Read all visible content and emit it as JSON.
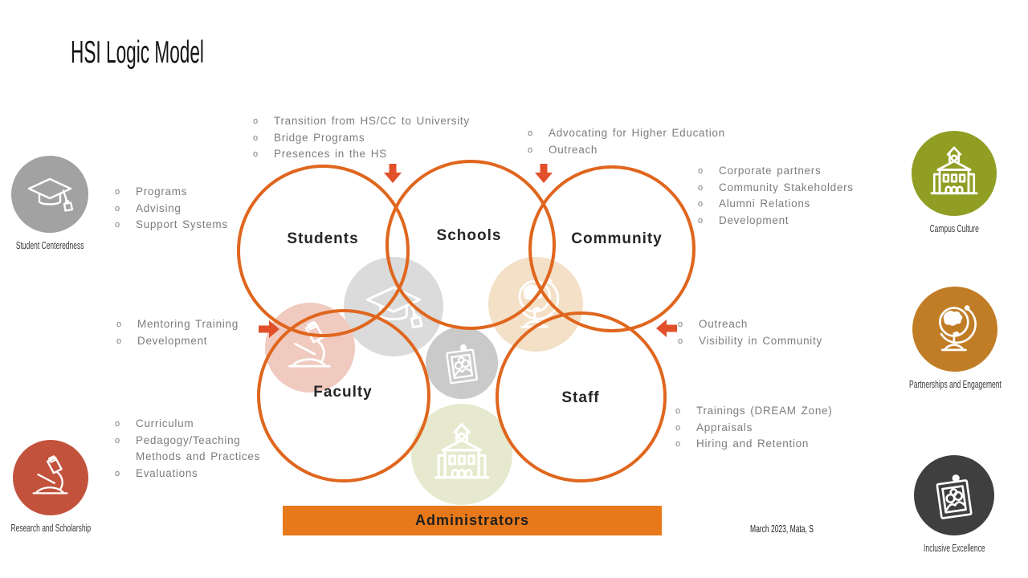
{
  "title": "HSI Logic Model",
  "footnote": "March 2023, Mata, S",
  "bullet_char": "o",
  "venn": {
    "students": {
      "label": "Students"
    },
    "schools": {
      "label": "Schools"
    },
    "community": {
      "label": "Community"
    },
    "faculty": {
      "label": "Faculty"
    },
    "staff": {
      "label": "Staff"
    },
    "administrators": {
      "label": "Administrators"
    }
  },
  "lists": {
    "students_top": [
      "Transition from HS/CC to University",
      "Bridge Programs",
      "Presences in the HS"
    ],
    "students_left": [
      "Programs",
      "Advising",
      "Support Systems"
    ],
    "schools_top": [
      "Advocating for Higher Education",
      "Outreach"
    ],
    "community_right": [
      "Corporate partners",
      "Community Stakeholders",
      "Alumni Relations",
      "Development"
    ],
    "faculty_left": [
      "Mentoring Training",
      "Development"
    ],
    "faculty_bottom": [
      "Curriculum",
      "Pedagogy/Teaching Methods and Practices",
      "Evaluations"
    ],
    "staff_right": [
      "Outreach",
      "Visibility in Community"
    ],
    "staff_bottom": [
      "Trainings (DREAM Zone)",
      "Appraisals",
      "Hiring and Retention"
    ]
  },
  "side_badges": {
    "student_centeredness": {
      "label": "Student Centeredness",
      "icon": "graduation-cap-icon",
      "color": "#A2A2A2"
    },
    "research_scholarship": {
      "label": "Research and Scholarship",
      "icon": "microscope-icon",
      "color": "#C2523C"
    },
    "campus_culture": {
      "label": "Campus Culture",
      "icon": "school-building-icon",
      "color": "#909E24"
    },
    "partnerships_engagement": {
      "label": "Partnerships and Engagement",
      "icon": "globe-icon",
      "color": "#C17D26"
    },
    "inclusive_excellence": {
      "label": "Inclusive Excellence",
      "icon": "photo-icon",
      "color": "#3F3F3F"
    }
  },
  "colors": {
    "ring": "#E0661E",
    "arrow": "#E2502A",
    "admin_bar": "#E8791A"
  }
}
